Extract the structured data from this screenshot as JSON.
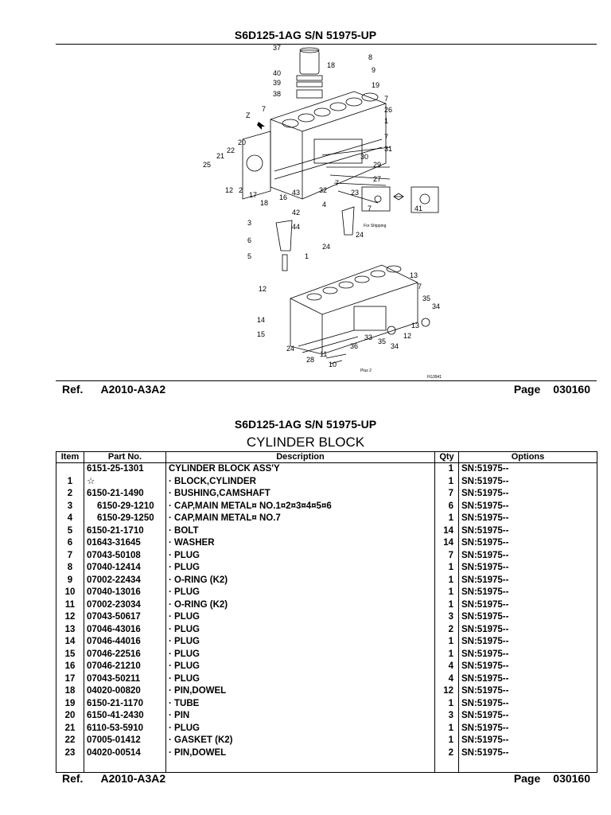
{
  "header": {
    "title": "S6D125-1AG S/N 51975-UP"
  },
  "footer": {
    "ref_label": "Ref.",
    "ref_code": "A2010-A3A2",
    "page_label": "Page",
    "page_no": "030160"
  },
  "diagram": {
    "callouts": [
      "37",
      "40",
      "39",
      "38",
      "18",
      "8",
      "9",
      "19",
      "7",
      "26",
      "1",
      "7",
      "31",
      "30",
      "29",
      "27",
      "7",
      "23",
      "41",
      "24",
      "24",
      "4",
      "42",
      "44",
      "43",
      "32",
      "7",
      "16",
      "18",
      "17",
      "2",
      "12",
      "25",
      "21",
      "22",
      "20",
      "3",
      "6",
      "5",
      "Z",
      "7",
      "1",
      "12",
      "13",
      "7",
      "35",
      "34",
      "13",
      "12",
      "14",
      "15",
      "24",
      "28",
      "11",
      "10",
      "33",
      "35",
      "34",
      "36"
    ],
    "shipping_note": "For Shipping",
    "plus_note": "Plus 2",
    "figure_code": "FG3941"
  },
  "section": {
    "model": "S6D125-1AG S/N 51975-UP",
    "title": "CYLINDER BLOCK"
  },
  "table": {
    "headers": [
      "Item",
      "Part No.",
      "Description",
      "Qty",
      "Options"
    ],
    "rows": [
      {
        "item": "",
        "part": "6151-25-1301",
        "desc": "CYLINDER BLOCK ASS'Y",
        "qty": "1",
        "opt": "SN:51975--"
      },
      {
        "item": "1",
        "part": "☆",
        "desc": "· BLOCK,CYLINDER",
        "qty": "1",
        "opt": "SN:51975--"
      },
      {
        "item": "2",
        "part": "6150-21-1490",
        "desc": "· BUSHING,CAMSHAFT",
        "qty": "7",
        "opt": "SN:51975--"
      },
      {
        "item": "3",
        "part": "6150-29-1210",
        "desc": "· CAP,MAIN METAL¤ NO.1¤2¤3¤4¤5¤6",
        "qty": "6",
        "opt": "SN:51975--",
        "indent": true
      },
      {
        "item": "4",
        "part": "6150-29-1250",
        "desc": "· CAP,MAIN METAL¤ NO.7",
        "qty": "1",
        "opt": "SN:51975--",
        "indent": true
      },
      {
        "item": "5",
        "part": "6150-21-1710",
        "desc": "· BOLT",
        "qty": "14",
        "opt": "SN:51975--"
      },
      {
        "item": "6",
        "part": "01643-31645",
        "desc": "· WASHER",
        "qty": "14",
        "opt": "SN:51975--"
      },
      {
        "item": "7",
        "part": "07043-50108",
        "desc": "· PLUG",
        "qty": "7",
        "opt": "SN:51975--"
      },
      {
        "item": "8",
        "part": "07040-12414",
        "desc": "· PLUG",
        "qty": "1",
        "opt": "SN:51975--"
      },
      {
        "item": "9",
        "part": "07002-22434",
        "desc": "· O-RING (K2)",
        "qty": "1",
        "opt": "SN:51975--"
      },
      {
        "item": "10",
        "part": "07040-13016",
        "desc": "· PLUG",
        "qty": "1",
        "opt": "SN:51975--"
      },
      {
        "item": "11",
        "part": "07002-23034",
        "desc": "· O-RING (K2)",
        "qty": "1",
        "opt": "SN:51975--"
      },
      {
        "item": "12",
        "part": "07043-50617",
        "desc": "· PLUG",
        "qty": "3",
        "opt": "SN:51975--"
      },
      {
        "item": "13",
        "part": "07046-43016",
        "desc": "· PLUG",
        "qty": "2",
        "opt": "SN:51975--"
      },
      {
        "item": "14",
        "part": "07046-44016",
        "desc": "· PLUG",
        "qty": "1",
        "opt": "SN:51975--"
      },
      {
        "item": "15",
        "part": "07046-22516",
        "desc": "· PLUG",
        "qty": "1",
        "opt": "SN:51975--"
      },
      {
        "item": "16",
        "part": "07046-21210",
        "desc": "· PLUG",
        "qty": "4",
        "opt": "SN:51975--"
      },
      {
        "item": "17",
        "part": "07043-50211",
        "desc": "· PLUG",
        "qty": "4",
        "opt": "SN:51975--"
      },
      {
        "item": "18",
        "part": "04020-00820",
        "desc": "· PIN,DOWEL",
        "qty": "12",
        "opt": "SN:51975--"
      },
      {
        "item": "19",
        "part": "6150-21-1170",
        "desc": "· TUBE",
        "qty": "1",
        "opt": "SN:51975--"
      },
      {
        "item": "20",
        "part": "6150-41-2430",
        "desc": "· PIN",
        "qty": "3",
        "opt": "SN:51975--"
      },
      {
        "item": "21",
        "part": "6110-53-5910",
        "desc": "· PLUG",
        "qty": "1",
        "opt": "SN:51975--"
      },
      {
        "item": "22",
        "part": "07005-01412",
        "desc": "· GASKET (K2)",
        "qty": "1",
        "opt": "SN:51975--"
      },
      {
        "item": "23",
        "part": "04020-00514",
        "desc": "· PIN,DOWEL",
        "qty": "2",
        "opt": "SN:51975--"
      }
    ]
  }
}
